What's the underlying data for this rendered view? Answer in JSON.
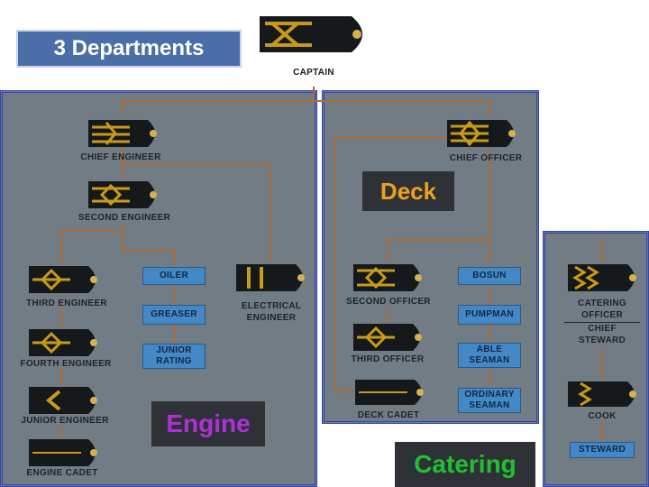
{
  "title": "3 Departments",
  "departments": {
    "deck": "Deck",
    "engine": "Engine",
    "catering": "Catering"
  },
  "colors": {
    "panel": "#717c84",
    "panel_border": "#3044b8",
    "title_bg": "#4a6ea8",
    "duty_box": "#4488c6",
    "line": "#b06a34",
    "deck_text": "#f0a020",
    "engine_text": "#b030d8",
    "catering_text": "#20c030",
    "stripe": "#c89a18"
  },
  "captain": {
    "label": "CAPTAIN"
  },
  "engine": {
    "chief": "CHIEF ENGINEER",
    "second": "SECOND ENGINEER",
    "third": "THIRD ENGINEER",
    "fourth": "FOURTH ENGINEER",
    "junior": "JUNIOR ENGINEER",
    "cadet": "ENGINE CADET",
    "electrical": [
      "ELECTRICAL",
      "ENGINEER"
    ],
    "ratings": {
      "oiler": "OILER",
      "greaser": "GREASER",
      "junior_rating": [
        "JUNIOR",
        "RATING"
      ]
    }
  },
  "deck": {
    "chief_officer": "CHIEF OFFICER",
    "second_officer": "SECOND OFFICER",
    "third_officer": "THIRD OFFICER",
    "cadet": "DECK CADET",
    "ratings": {
      "bosun": "BOSUN",
      "pumpman": "PUMPMAN",
      "able": [
        "ABLE",
        "SEAMAN"
      ],
      "ordinary": [
        "ORDINARY",
        "SEAMAN"
      ]
    }
  },
  "catering": {
    "officer": [
      "CATERING",
      "OFFICER"
    ],
    "steward_chief": [
      "CHIEF",
      "STEWARD"
    ],
    "cook": "COOK",
    "steward": "STEWARD"
  }
}
